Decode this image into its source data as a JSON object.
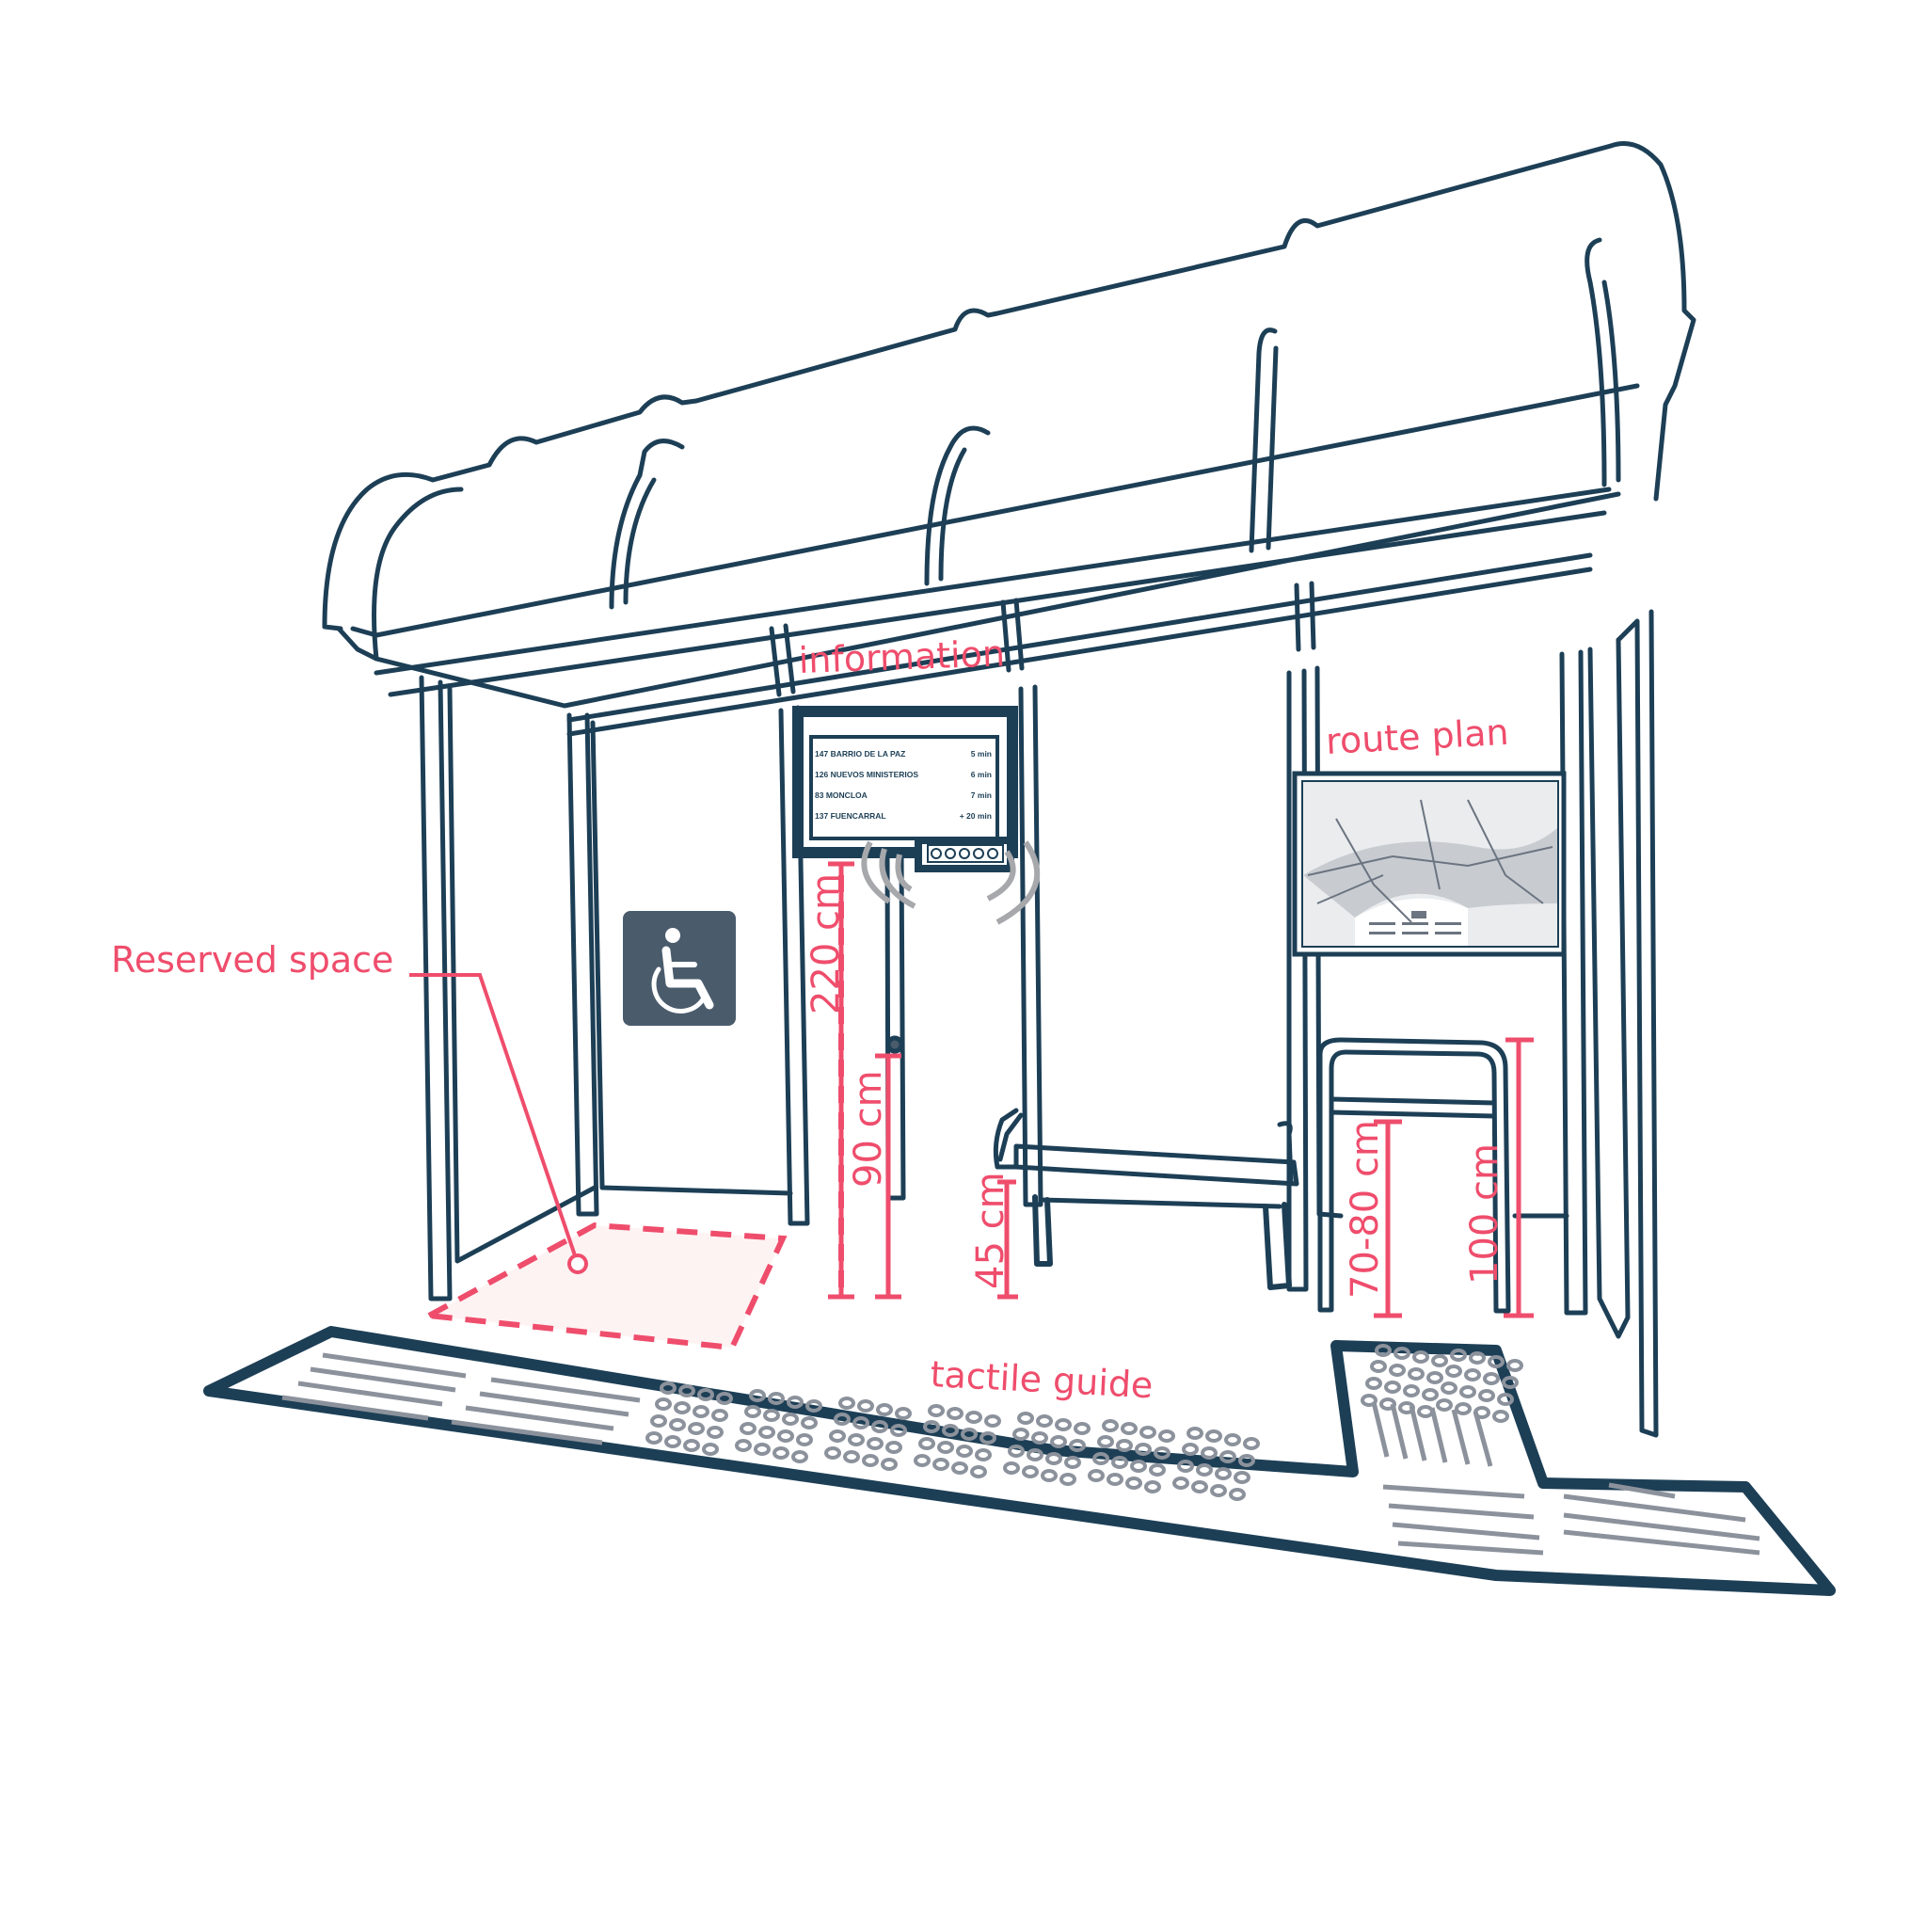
{
  "diagram": {
    "subject": "Accessible bus shelter",
    "colors": {
      "outline": "#1d3f56",
      "annotation": "#ef4d6c",
      "reserved_fill": "#fef3f3",
      "tactile": "#8c929c",
      "sign_bg": "#4a5b6c",
      "signal_waves": "#a6a8ab"
    },
    "labels": {
      "reserved_space": "Reserved space",
      "information": "information",
      "route_plan": "route plan",
      "tactile_guide": "tactile guide"
    },
    "dimensions": {
      "display_height": "220 cm",
      "button_height": "90 cm",
      "seat_height": "45 cm",
      "lean_bar_height": "70-80 cm",
      "lean_bar_top_height": "100 cm"
    },
    "info_display": {
      "rows": [
        {
          "route": "147",
          "destination": "BARRIO DE LA PAZ",
          "eta": "5 min"
        },
        {
          "route": "126",
          "destination": "NUEVOS MINISTERIOS",
          "eta": "6 min"
        },
        {
          "route": "83",
          "destination": "MONCLOA",
          "eta": "7 min"
        },
        {
          "route": "137",
          "destination": "FUENCARRAL",
          "eta": "+ 20 min"
        }
      ],
      "braille_buttons": 5
    },
    "icons": {
      "wheelchair_sign": "wheelchair-accessibility-icon",
      "audio_signal": "signal-waves-icon",
      "route_map": "route-map-icon"
    }
  }
}
